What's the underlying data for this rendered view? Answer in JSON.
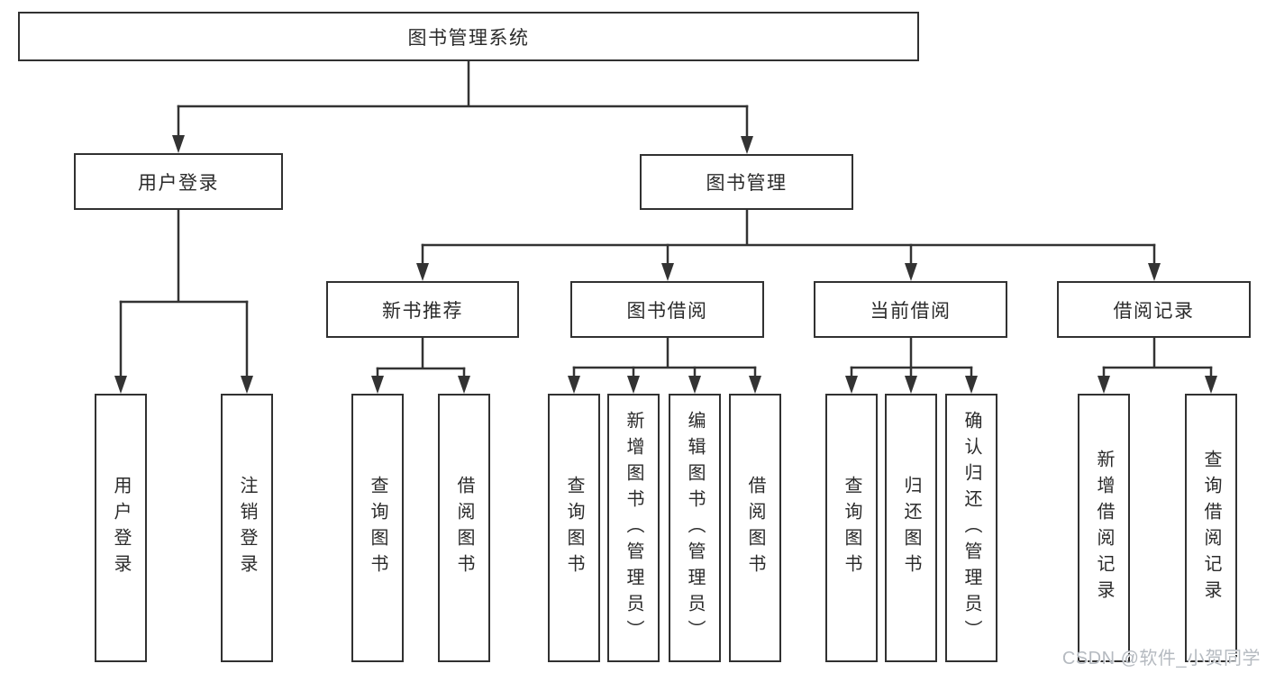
{
  "colors": {
    "line": "#333333",
    "box_border": "#313131",
    "box_fill": "#ffffff",
    "text": "#2b2b2b",
    "watermark": "#b5bac0",
    "background": "#ffffff"
  },
  "watermark": {
    "text": "CSDN @软件_小贺同学"
  },
  "tree": {
    "label": "图书管理系统",
    "children": [
      {
        "label": "用户登录",
        "children": [
          {
            "label": "用户登录"
          },
          {
            "label": "注销登录"
          }
        ]
      },
      {
        "label": "图书管理",
        "children": [
          {
            "label": "新书推荐",
            "children": [
              {
                "label": "查询图书"
              },
              {
                "label": "借阅图书"
              }
            ]
          },
          {
            "label": "图书借阅",
            "children": [
              {
                "label": "查询图书"
              },
              {
                "label": "新增图书（管理员）"
              },
              {
                "label": "编辑图书（管理员）"
              },
              {
                "label": "借阅图书"
              }
            ]
          },
          {
            "label": "当前借阅",
            "children": [
              {
                "label": "查询图书"
              },
              {
                "label": "归还图书"
              },
              {
                "label": "确认归还（管理员）"
              }
            ]
          },
          {
            "label": "借阅记录",
            "children": [
              {
                "label": "新增借阅记录"
              },
              {
                "label": "查询借阅记录"
              }
            ]
          }
        ]
      }
    ]
  }
}
